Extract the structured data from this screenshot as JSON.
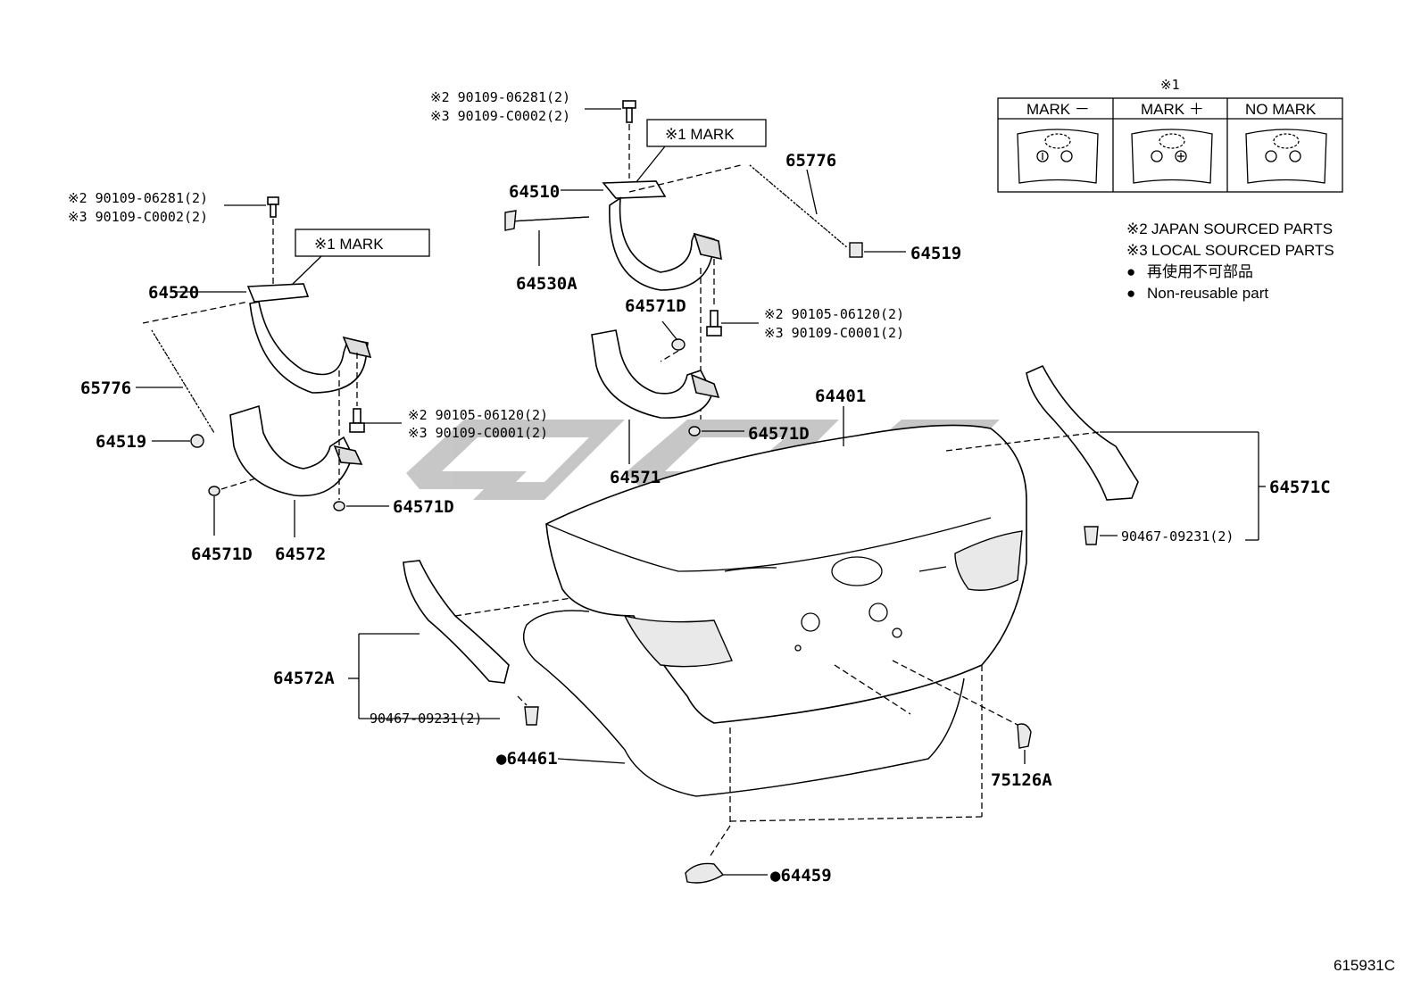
{
  "legend": {
    "note_ref": "※1",
    "columns": [
      "MARK －",
      "MARK ＋",
      "NO MARK"
    ],
    "notes": [
      {
        "mark": "※2",
        "text": "JAPAN SOURCED PARTS"
      },
      {
        "mark": "※3",
        "text": "LOCAL SOURCED PARTS"
      },
      {
        "mark": "●",
        "text": "再使用不可部品"
      },
      {
        "mark": "●",
        "text": "Non-reusable part"
      }
    ]
  },
  "mark_boxes": {
    "left": "※1  MARK",
    "center": "※1  MARK"
  },
  "parts": {
    "p64520": "64520",
    "p65776_left": "65776",
    "p64519_left": "64519",
    "p64571D_a": "64571D",
    "p64572": "64572",
    "p64571D_b": "64571D",
    "bolt_left_j": "※2 90109-06281(2)",
    "bolt_left_l": "※3 90109-C0002(2)",
    "bolt_mid_left_j": "※2  90105-06120(2)",
    "bolt_mid_left_l": "※3  90109-C0001(2)",
    "bolt_top_j": "※2 90109-06281(2)",
    "bolt_top_l": "※3 90109-C0002(2)",
    "p64510": "64510",
    "p64530A": "64530A",
    "p64571D_c": "64571D",
    "bolt_mid_right_j": "※2  90105-06120(2)",
    "bolt_mid_right_l": "※3  90109-C0001(2)",
    "p64571": "64571",
    "p64571D_d": "64571D",
    "p65776_right": "65776",
    "p64519_right": "64519",
    "p64401": "64401",
    "p64571C": "64571C",
    "clip_right": "90467-09231(2)",
    "p64572A": "64572A",
    "clip_left": "90467-09231(2)",
    "p64461": "●64461",
    "p75126A": "75126A",
    "p64459": "●64459"
  },
  "figure_id": "615931C"
}
